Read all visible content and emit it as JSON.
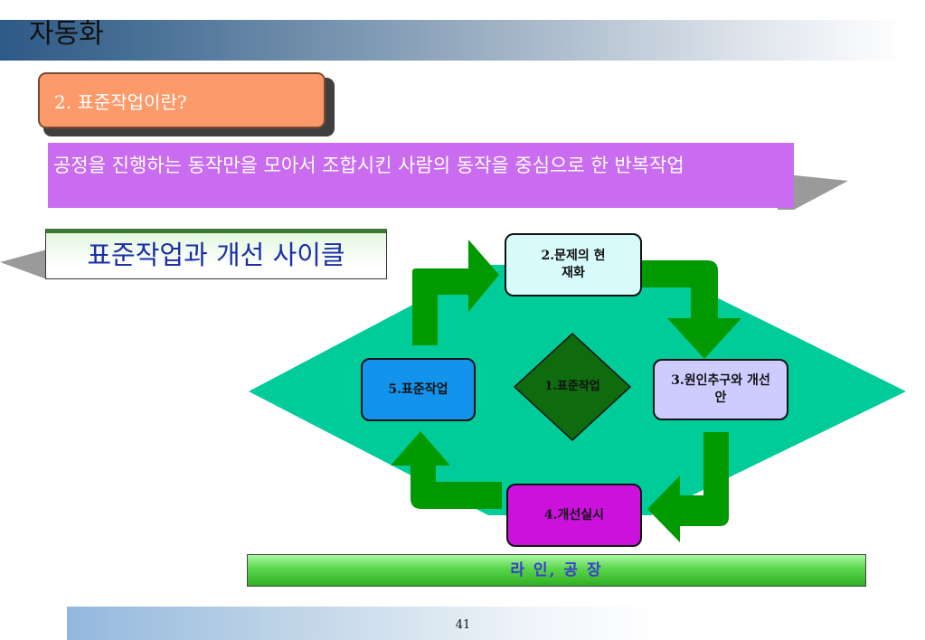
{
  "header": {
    "title": "자동화"
  },
  "section": {
    "heading": "2. 표준작업이란?"
  },
  "definition": {
    "text": "공정을 진행하는 동작만을 모아서 조합시킨 사람의 동작을 중심으로 한 반복작업"
  },
  "cycle": {
    "title": "표준작업과 개선 사이클",
    "steps": [
      {
        "label": "1.표준작업",
        "color": "#0e6b0e"
      },
      {
        "label": "2.문제의 현재화",
        "color": "#d7fbfb"
      },
      {
        "label": "3.원인추구와 개선 안",
        "color": "#ccccff"
      },
      {
        "label": "4.개선실시",
        "color": "#cc11dd"
      },
      {
        "label": "5.표준작업",
        "color": "#1493ec"
      }
    ],
    "background_color": "#00cc99",
    "arrow_color": "#009900"
  },
  "location": {
    "label": "라 인, 공 장"
  },
  "footer": {
    "page_number": "41"
  }
}
